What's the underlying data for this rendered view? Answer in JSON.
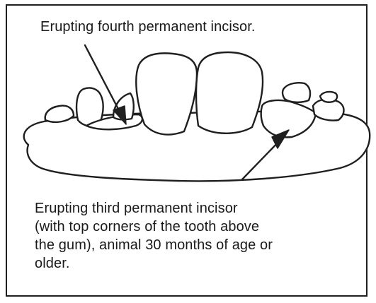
{
  "captions": {
    "top": "Erupting fourth permanent incisor.",
    "bottom_lines": [
      "Erupting third permanent incisor",
      "(with top corners of the tooth above",
      "the gum), animal 30 months of age or",
      "older."
    ]
  }
}
